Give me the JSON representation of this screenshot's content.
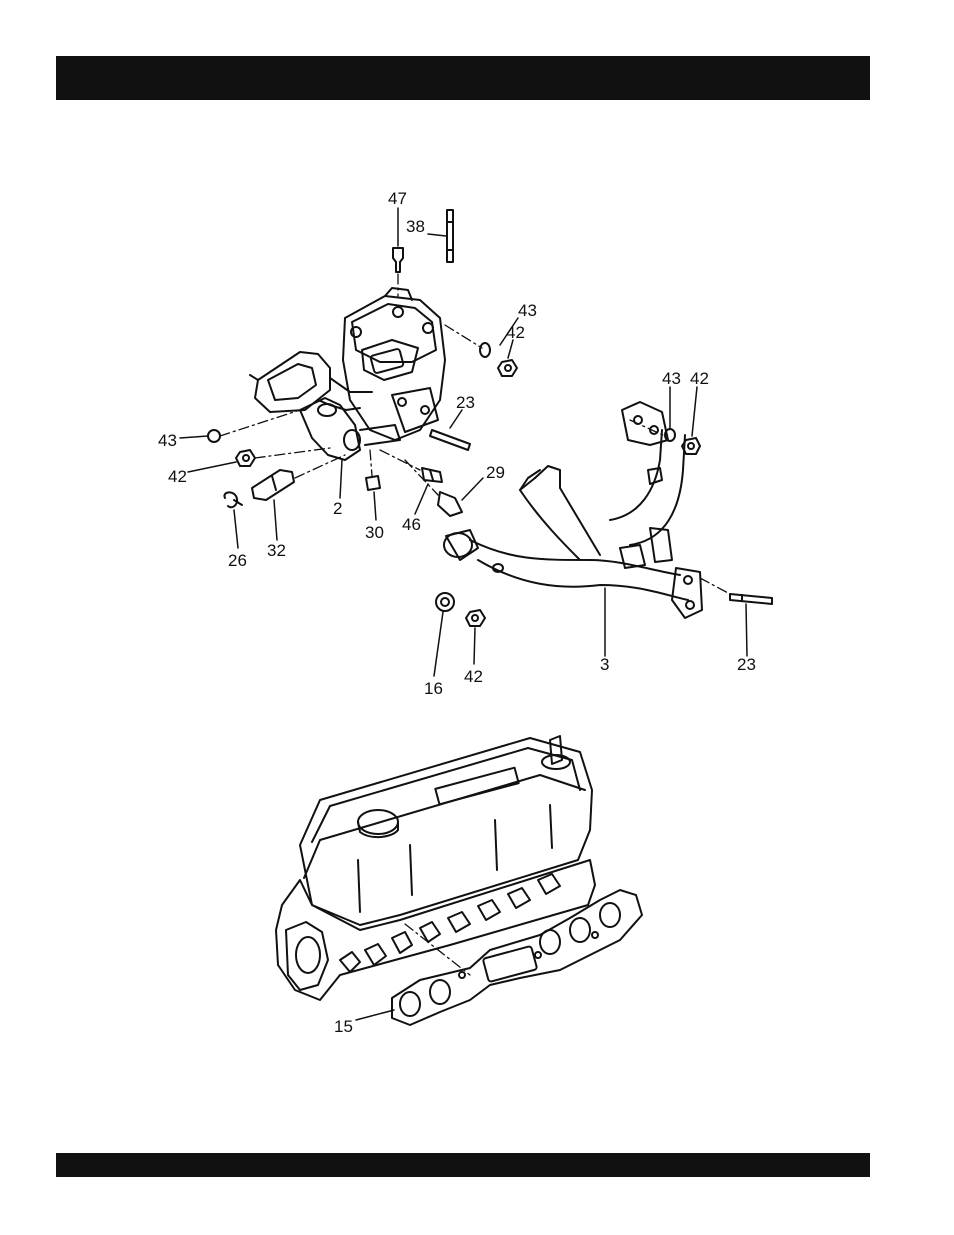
{
  "callouts": [
    {
      "id": "c47",
      "text": "47"
    },
    {
      "id": "c38",
      "text": "38"
    },
    {
      "id": "c43a",
      "text": "43"
    },
    {
      "id": "c42a",
      "text": "42"
    },
    {
      "id": "c23a",
      "text": "23"
    },
    {
      "id": "c43b",
      "text": "43"
    },
    {
      "id": "c42b",
      "text": "42"
    },
    {
      "id": "c43c",
      "text": "43"
    },
    {
      "id": "c42c",
      "text": "42"
    },
    {
      "id": "c29",
      "text": "29"
    },
    {
      "id": "c2",
      "text": "2"
    },
    {
      "id": "c30",
      "text": "30"
    },
    {
      "id": "c46",
      "text": "46"
    },
    {
      "id": "c26",
      "text": "26"
    },
    {
      "id": "c32",
      "text": "32"
    },
    {
      "id": "c16",
      "text": "16"
    },
    {
      "id": "c42d",
      "text": "42"
    },
    {
      "id": "c3",
      "text": "3"
    },
    {
      "id": "c23b",
      "text": "23"
    },
    {
      "id": "c15",
      "text": "15"
    }
  ],
  "colors": {
    "ink": "#111111",
    "page": "#ffffff"
  }
}
